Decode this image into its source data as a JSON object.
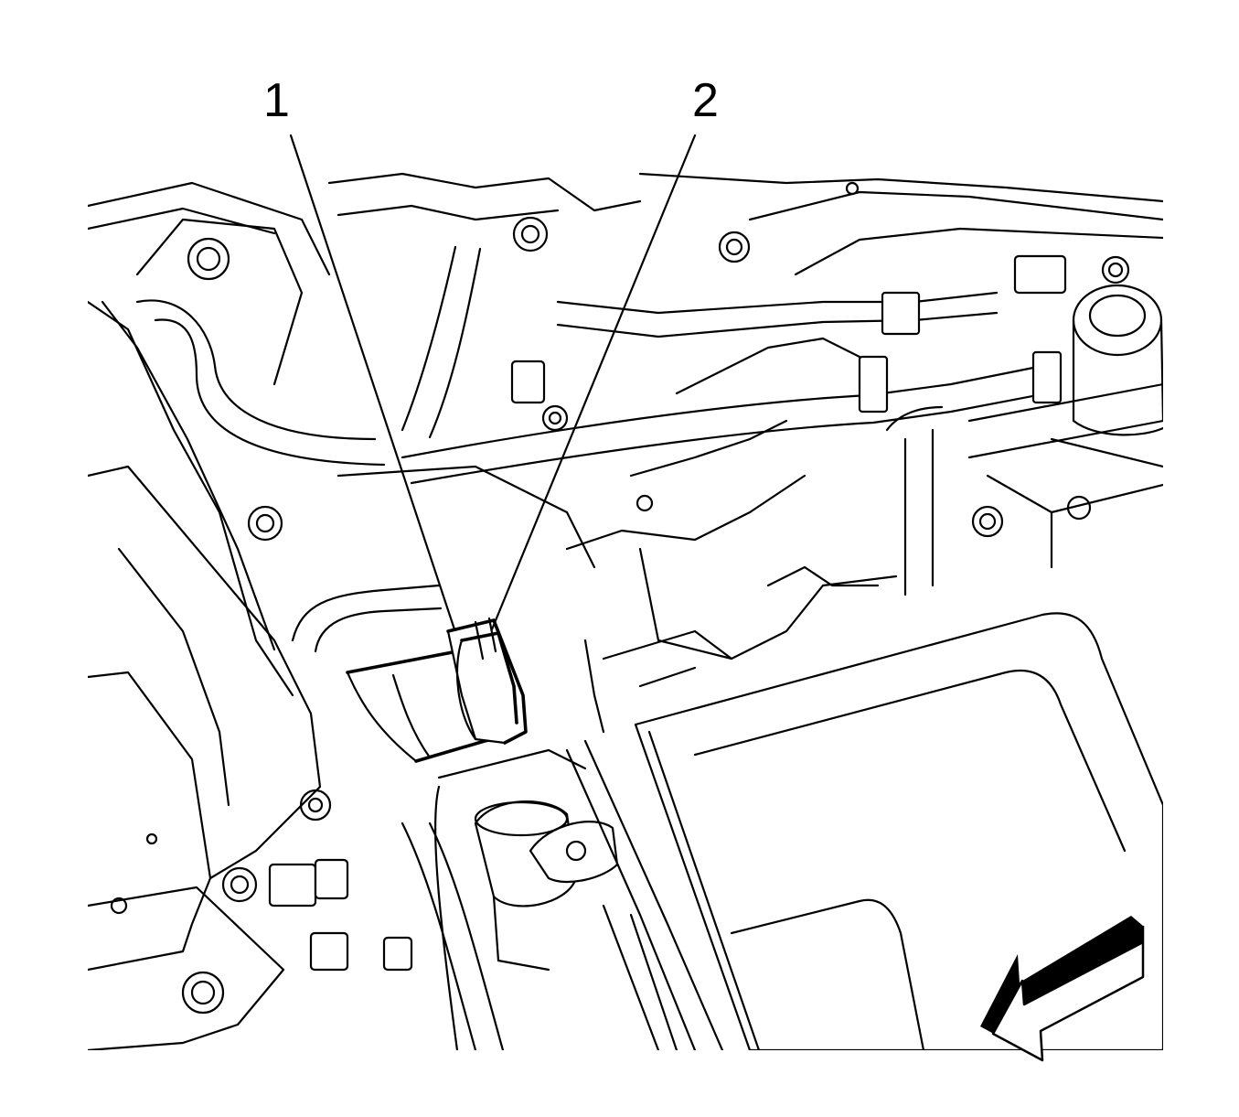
{
  "callouts": [
    {
      "id": "1",
      "label": "1"
    },
    {
      "id": "2",
      "label": "2"
    }
  ],
  "colors": {
    "ink": "#000000",
    "paper": "#ffffff"
  },
  "icons": {
    "direction": "front-direction-arrow-icon"
  }
}
